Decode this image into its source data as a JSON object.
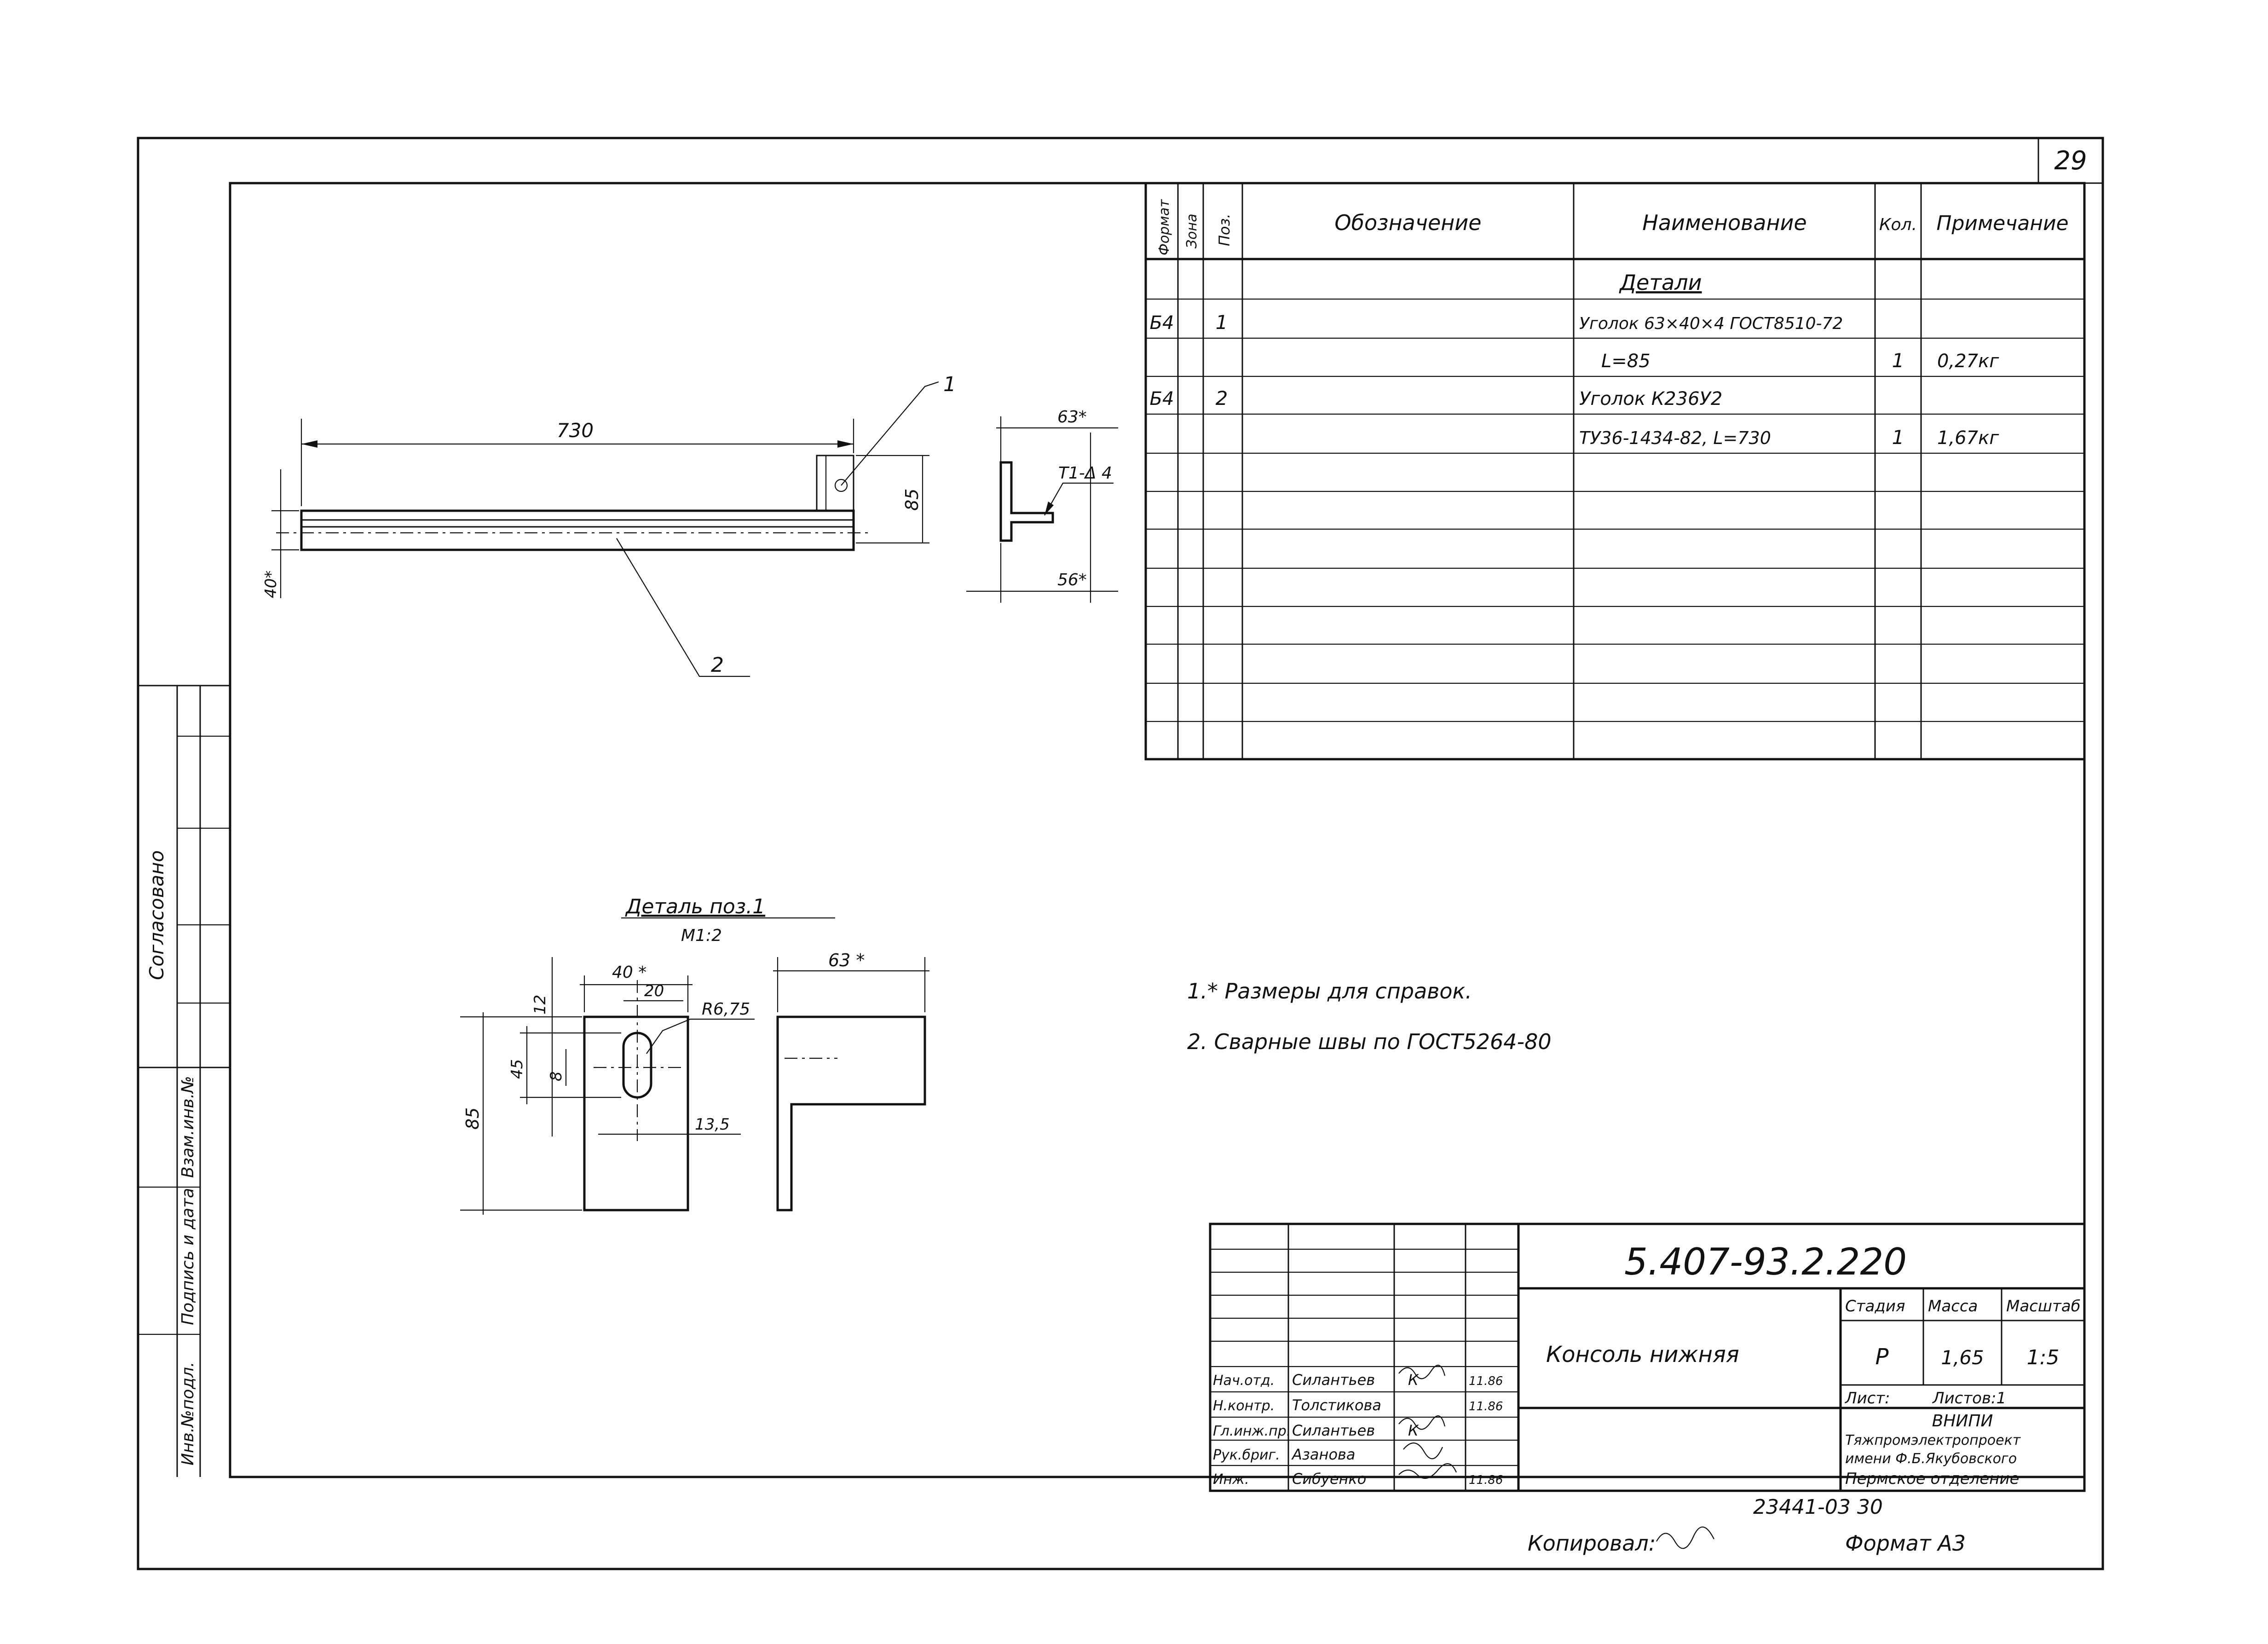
{
  "sheet_number": "29",
  "spec_table": {
    "headers": {
      "format": "Формат",
      "zone": "Зона",
      "position": "Поз.",
      "designation": "Обозначение",
      "name": "Наименование",
      "quantity": "Кол.",
      "note": "Примечание"
    },
    "section_title": "Детали",
    "rows": [
      {
        "format": "Б4",
        "position": "1",
        "name": "Уголок 63×40×4 ГОСТ8510-72",
        "quantity": "",
        "note": ""
      },
      {
        "format": "",
        "position": "",
        "name": "L=85",
        "quantity": "1",
        "note": "0,27кг"
      },
      {
        "format": "Б4",
        "position": "2",
        "name": "Уголок К236У2",
        "quantity": "",
        "note": ""
      },
      {
        "format": "",
        "position": "",
        "name": "ТУ36-1434-82, L=730",
        "quantity": "1",
        "note": "1,67кг"
      }
    ]
  },
  "drawing": {
    "main_length": "730",
    "dim_40": "40*",
    "dim_85": "85",
    "dim_63": "63*",
    "dim_56": "56*",
    "weld_mark": "Т1-Δ 4",
    "leader_1": "1",
    "leader_2": "2",
    "detail_title": "Деталь поз.1",
    "detail_scale": "М1:2",
    "detail_dims": {
      "d40": "40 *",
      "d20": "20",
      "d12": "12",
      "d45": "45",
      "d8": "8",
      "d85": "85",
      "radius": "R6,75",
      "d13_5": "13,5",
      "d63": "63 *"
    }
  },
  "notes": [
    "1.* Размеры для справок.",
    "2. Сварные швы по ГОСТ5264-80"
  ],
  "title_block": {
    "document_code": "5.407-93.2.220",
    "part_title": "Консоль нижняя",
    "stage_label": "Стадия",
    "mass_label": "Масса",
    "scale_label": "Масштаб",
    "stage": "Р",
    "mass": "1,65",
    "scale": "1:5",
    "sheet_label": "Лист:",
    "sheets_label": "Листов:1",
    "org_lines": [
      "ВНИПИ",
      "Тяжпромэлектропроект",
      "имени Ф.Б.Якубовского",
      "Пермское отделение"
    ],
    "staff": [
      {
        "role": "Нач.отд.",
        "name": "Силантьев",
        "sign": "К",
        "date": "11.86"
      },
      {
        "role": "Н.контр.",
        "name": "Толстикова",
        "sign": "",
        "date": "11.86"
      },
      {
        "role": "Гл.инж.пр.",
        "name": "Силантьев",
        "sign": "К",
        "date": ""
      },
      {
        "role": "Рук.бриг.",
        "name": "Азанова",
        "sign": "",
        "date": ""
      },
      {
        "role": "Инж.",
        "name": "Сибуенко",
        "sign": "",
        "date": "11.86"
      }
    ]
  },
  "left_stamp": {
    "agreed": "Согласовано",
    "inv_no": "Инв.№подл.",
    "sign_date": "Подпись и дата",
    "replaces": "Взам.инв.№"
  },
  "bottom": {
    "copied_label": "Копировал:",
    "format_label": "Формат А3",
    "archive_no": "23441-03 30"
  }
}
